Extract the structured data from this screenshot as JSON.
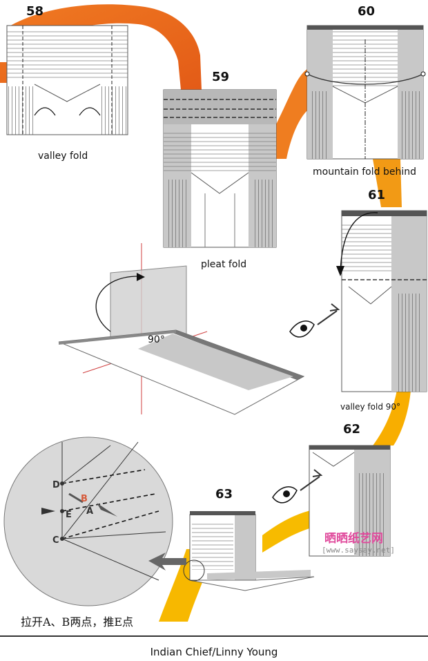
{
  "steps": {
    "s58": {
      "number": "58",
      "caption": "valley fold"
    },
    "s59": {
      "number": "59",
      "caption": "pleat fold"
    },
    "s60": {
      "number": "60",
      "caption": "mountain fold behind"
    },
    "s61": {
      "number": "61",
      "caption": "valley fold 90°"
    },
    "s62": {
      "number": "62"
    },
    "s63": {
      "number": "63"
    }
  },
  "diagram_labels": {
    "angle": "90°",
    "point_d": "D",
    "point_b": "B",
    "point_a": "A",
    "point_e": "E",
    "point_c": "C"
  },
  "note_cn": "拉开A、B两点，推E点",
  "footer": "Indian Chief/Linny Young",
  "watermark": {
    "text": "晒晒纸艺网",
    "url": "[www.saysay.net]"
  },
  "colors": {
    "ribbon_orange": "#ea6a1f",
    "ribbon_yellow": "#f6b800",
    "paper_gray": "#c8c8c8",
    "watermark_pink": "#e04a9c"
  }
}
